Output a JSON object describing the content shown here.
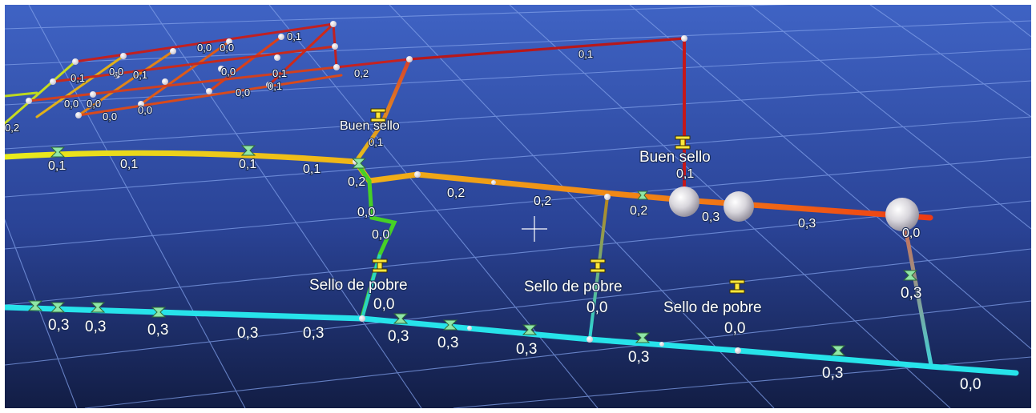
{
  "colors": {
    "sky_top": "#3f63c4",
    "sky_bottom": "#121d44",
    "grid": "#7f9ee8",
    "pipe_cyan": "#27e3ea",
    "pipe_yellow": "#ecec1c",
    "pipe_orange": "#f08a16",
    "pipe_red": "#e82a14",
    "pipe_darkred": "#b8181a",
    "pipe_green": "#46d026",
    "sprinkler_green": "#8fe6a6",
    "valve_yellow": "#ffe83a"
  },
  "icons": {
    "sprinkler": "sprinkler-head-icon",
    "valve": "valve-icon",
    "cursor": "crosshair-cursor-icon",
    "node": "pipe-node-icon",
    "junction": "junction-sphere-icon"
  },
  "scene": {
    "cursor_label": "+",
    "seal_labels": {
      "good_1": "Buen sello",
      "good_2": "Buen sello",
      "poor_1": "Sello de pobre",
      "poor_2": "Sello de pobre",
      "poor_3": "Sello de pobre"
    },
    "grid_values": {
      "g01": "0,1",
      "g02": "0,0",
      "g03": "0,0",
      "g04": "0,1",
      "g05": "0,1",
      "g06": "0,1",
      "g07": "0,0",
      "g08": "0,0",
      "g09": "0,0",
      "g10": "0,0",
      "g11": "0,0",
      "g12": "0,1",
      "g13": "0,2",
      "g14": "0,1",
      "g15": "0,2"
    },
    "yellow_values": {
      "y1": "0,1",
      "y2": "0,1",
      "y3": "0,1",
      "y4": "0,1",
      "y5": "0,2",
      "y6": "0,1",
      "y7": "0,0",
      "y8": "0,0"
    },
    "orange_values": {
      "o1": "0,1",
      "o2": "0,2",
      "o3": "0,2",
      "o4": "0,2",
      "o5": "0,3",
      "o6": "0,3",
      "o7": "0,0"
    },
    "cyan_values": {
      "c01": "0,3",
      "c02": "0,3",
      "c03": "0,3",
      "c04": "0,3",
      "c05": "0,3",
      "c06": "0,3",
      "c07": "0,3",
      "c08": "0,3",
      "c09": "0,3",
      "c10": "0,3",
      "c11": "0,0",
      "c12": "0,0",
      "c13": "0,0",
      "c14": "0,3"
    }
  }
}
